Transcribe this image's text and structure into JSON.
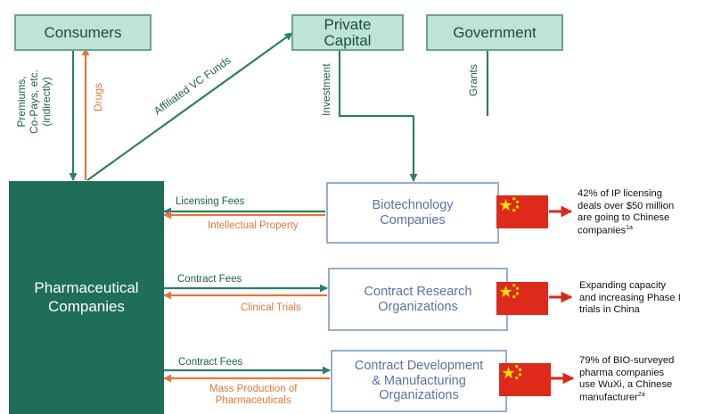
{
  "nodes": {
    "consumers": "Consumers",
    "private_capital_1": "Private",
    "private_capital_2": "Capital",
    "government": "Government",
    "pharma_1": "Pharmaceutical",
    "pharma_2": "Companies",
    "biotech_1": "Biotechnology",
    "biotech_2": "Companies",
    "cro_1": "Contract Research",
    "cro_2": "Organizations",
    "cdmo_1": "Contract Development",
    "cdmo_2": "& Manufacturing",
    "cdmo_3": "Organizations"
  },
  "edges": {
    "premiums_1": "Premiums,",
    "premiums_2": "Co-Pays, etc.",
    "premiums_3": "(indirectly)",
    "drugs": "Drugs",
    "vc_funds": "Affiliated VC Funds",
    "investment": "Investment",
    "grants": "Grants",
    "licensing_fees": "Licensing Fees",
    "intellectual_property": "Intellectual Property",
    "contract_fees_1": "Contract Fees",
    "clinical_trials": "Clinical Trials",
    "contract_fees_2": "Contract Fees",
    "mass_production_1": "Mass Production of",
    "mass_production_2": "Pharmaceuticals"
  },
  "notes": {
    "biotech_1": "42% of IP licensing",
    "biotech_2": "deals over $50 million",
    "biotech_3": "are going to Chinese",
    "biotech_4": "companies",
    "biotech_sup": "1a",
    "cro_1": "Expanding capacity",
    "cro_2": "and increasing Phase I",
    "cro_3": "trials in China",
    "cdmo_1": "79% of BIO-surveyed",
    "cdmo_2": "pharma companies",
    "cdmo_3": "use WuXi, a Chinese",
    "cdmo_4": "manufacturer",
    "cdmo_sup": "2a"
  },
  "colors": {
    "green_fill": "#bfe3d4",
    "green_border": "#6aa58e",
    "pharma_fill": "#1f6e57",
    "blue_border": "#95aed3",
    "blue_text": "#5873a5",
    "money_arrow": "#2f7d66",
    "goods_arrow": "#e4773a",
    "flag_red": "#dd2a1b",
    "flag_star": "#ffde00",
    "note_arrow": "#d62a1b"
  },
  "icons": {
    "flag": "china-flag-icon"
  }
}
